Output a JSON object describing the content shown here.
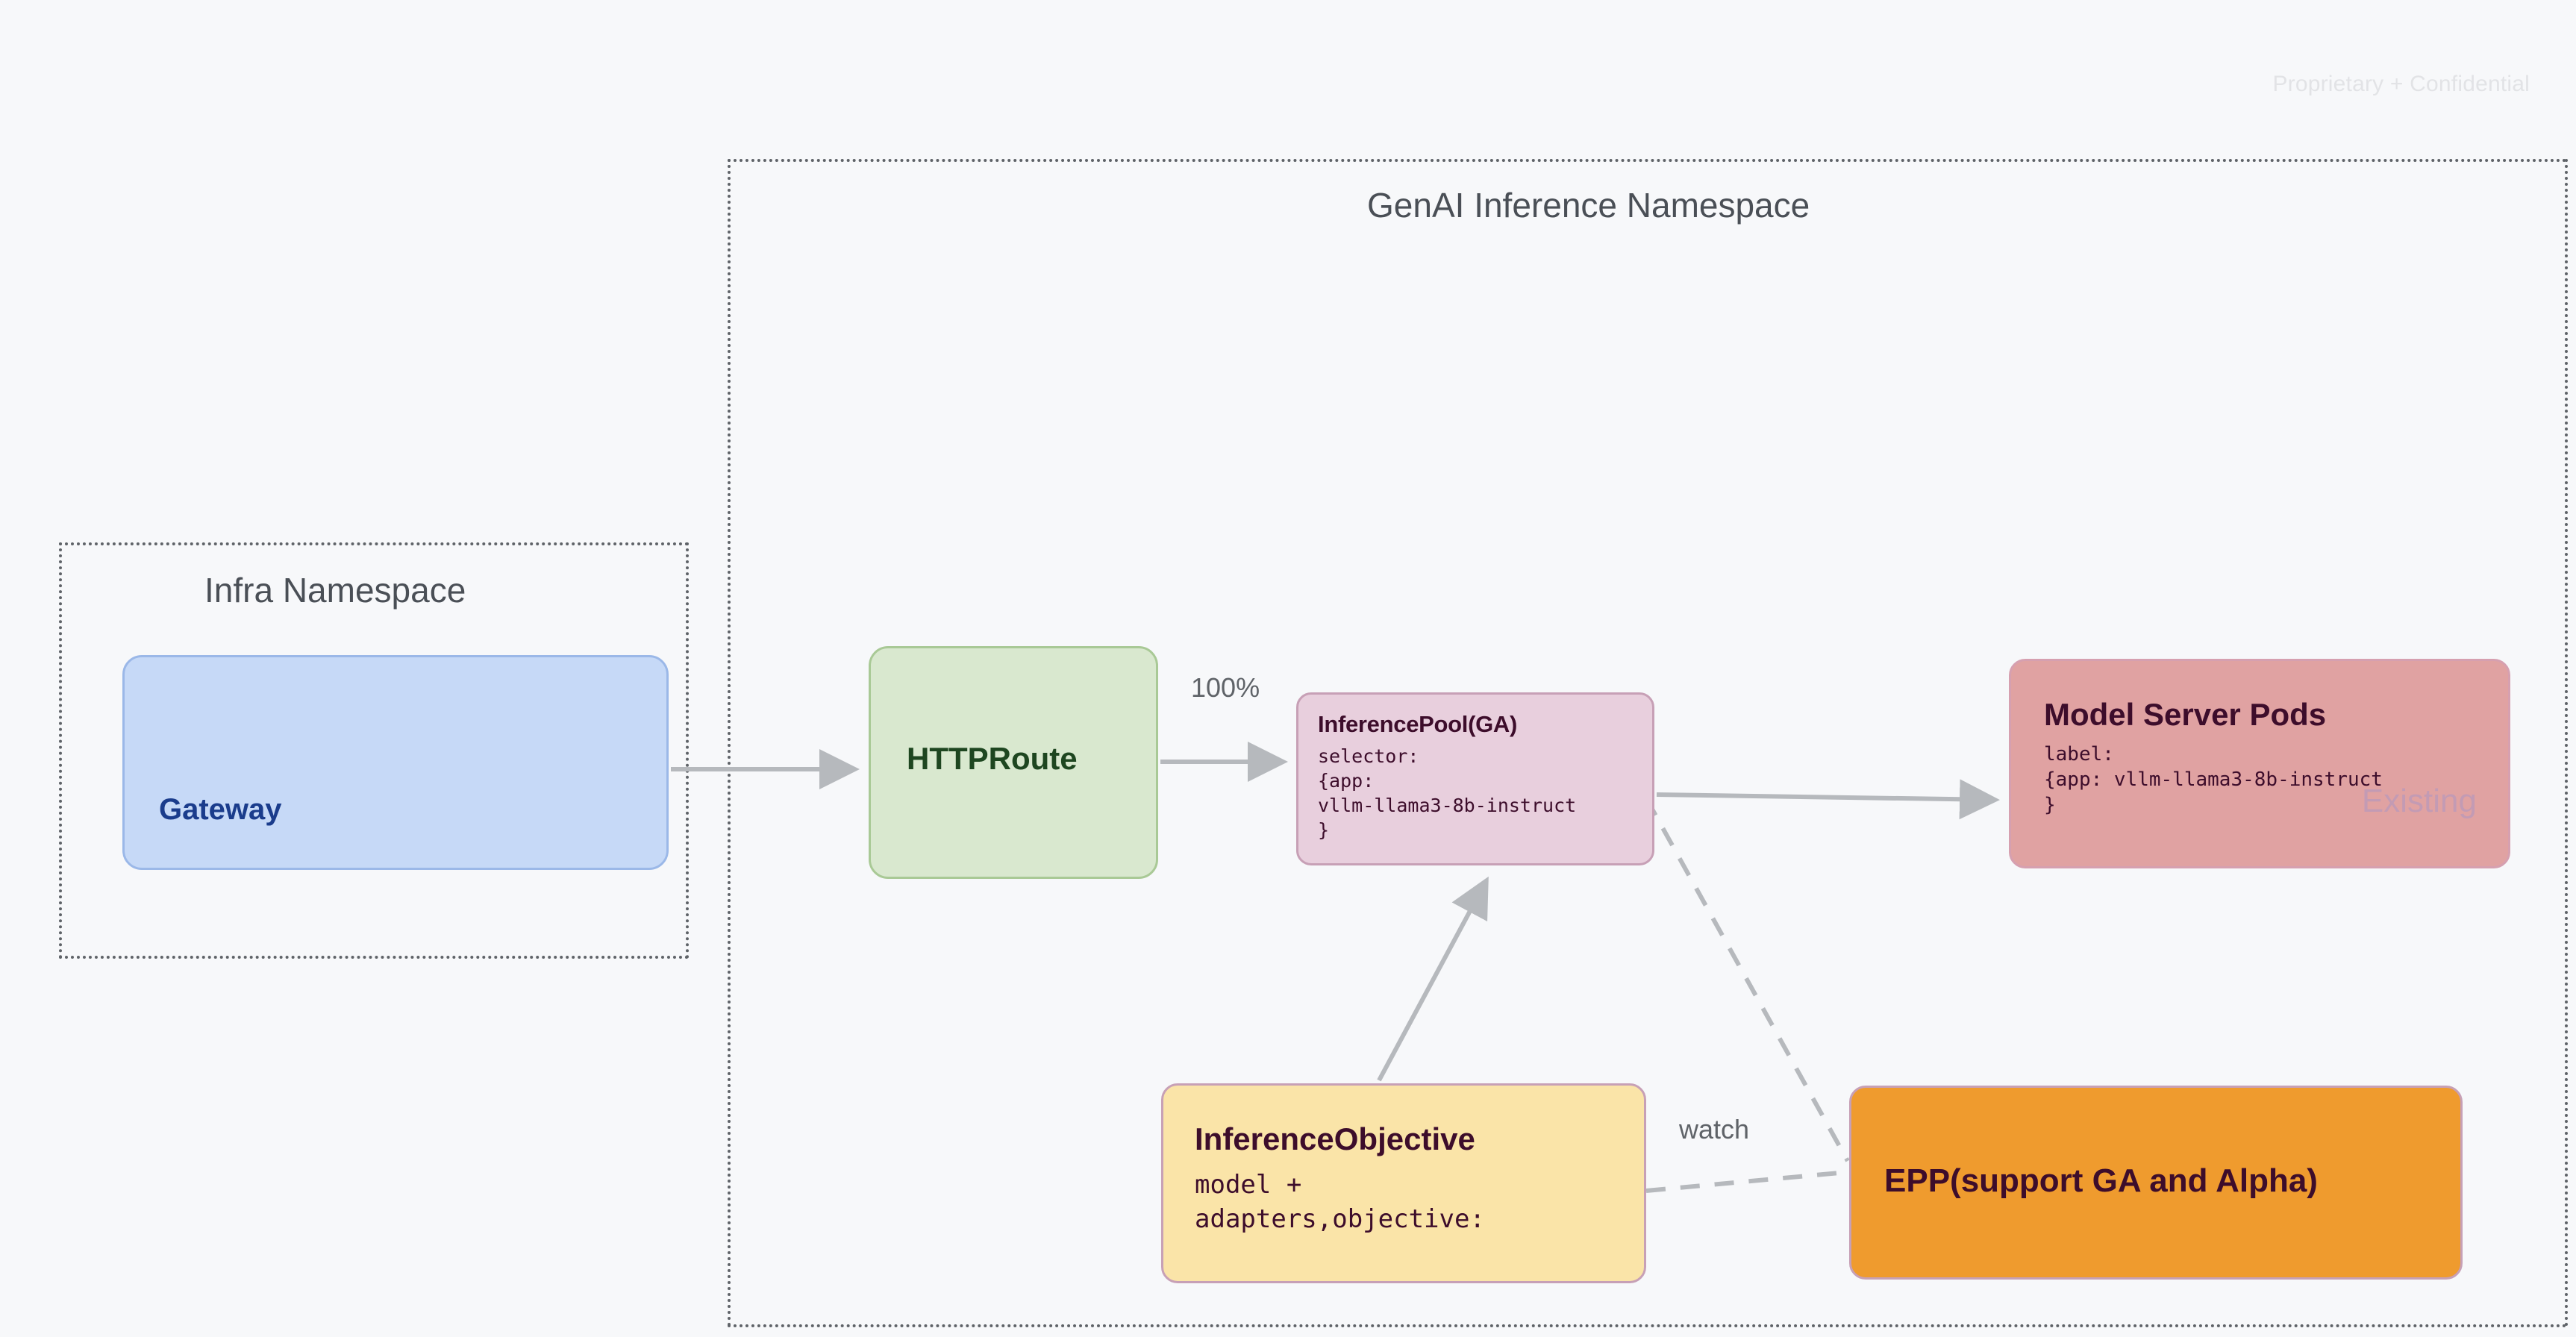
{
  "watermark": "Proprietary + Confidential",
  "namespaces": [
    {
      "id": "genai",
      "title": "GenAI Inference Namespace"
    },
    {
      "id": "infra",
      "title": "Infra Namespace"
    }
  ],
  "nodes": {
    "gateway": {
      "title": "Gateway",
      "fill": "#c6d9f7",
      "border": "#9bb8e8",
      "text_color": "#1a3c8c"
    },
    "httproute": {
      "title": "HTTPRoute",
      "fill": "#d9e8cf",
      "border": "#a9c996",
      "text_color": "#1e4620"
    },
    "inferencepool": {
      "title": "InferencePool(GA)",
      "body": "selector:\n{app:\nvllm-llama3-8b-instruct\n}",
      "fill": "#e8cfdd",
      "border": "#c7a0b6",
      "text_color": "#3d0d2b"
    },
    "modelserver": {
      "title": "Model Server Pods",
      "body": "label:\n{app: vllm-llama3-8b-instruct\n}",
      "ghost_label": "Existing",
      "fill": "#e0a2a2",
      "border": "#d6a0b0",
      "text_color": "#3d0d2b",
      "ghost_color": "#c39bb4"
    },
    "inferenceobjective": {
      "title": "InferenceObjective",
      "body": "model +\nadapters,objective:",
      "fill": "#fae4a8",
      "border": "#c7a0b6",
      "text_color": "#3d0d2b"
    },
    "epp": {
      "title": "EPP(support GA and Alpha)",
      "fill": "#ef9b2e",
      "border": "#c7a0b6",
      "text_color": "#3d0d2b"
    }
  },
  "edges": [
    {
      "id": "gateway-to-httproute",
      "from": "gateway",
      "to": "httproute",
      "style": "solid",
      "arrow": "end",
      "label": ""
    },
    {
      "id": "httproute-to-inferencepool",
      "from": "httproute",
      "to": "inferencepool",
      "style": "solid",
      "arrow": "end",
      "label": "100%"
    },
    {
      "id": "inferencepool-to-modelserver",
      "from": "inferencepool",
      "to": "modelserver",
      "style": "solid",
      "arrow": "end",
      "label": ""
    },
    {
      "id": "inferenceobjective-to-inferencepool",
      "from": "inferenceobjective",
      "to": "inferencepool",
      "style": "solid",
      "arrow": "end",
      "label": ""
    },
    {
      "id": "inferencepool-to-epp",
      "from": "inferencepool",
      "to": "epp",
      "style": "dashed",
      "arrow": "none",
      "label": ""
    },
    {
      "id": "inferenceobjective-to-epp",
      "from": "inferenceobjective",
      "to": "epp",
      "style": "dashed",
      "arrow": "none",
      "label": "watch"
    }
  ],
  "labels": {
    "traffic_weight": "100%",
    "watch": "watch"
  },
  "colors": {
    "background": "#f7f8fa",
    "namespace_border": "#5f6368",
    "edge": "#b6b9bd",
    "namespace_title": "#4a4f56",
    "watermark": "#e2e3e6"
  }
}
